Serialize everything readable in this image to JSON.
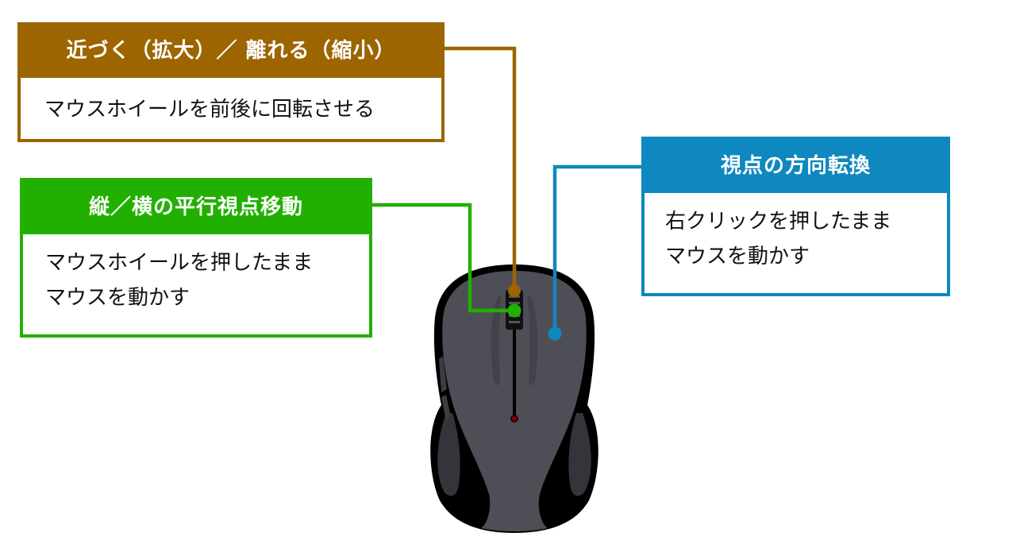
{
  "callouts": {
    "zoom": {
      "title": "近づく（拡大）／ 離れる（縮小）",
      "description": "マウスホイールを前後に回転させる",
      "color": "#9C6500"
    },
    "pan": {
      "title": "縦／横の平行視点移動",
      "description": "マウスホイールを押したまま\nマウスを動かす",
      "color": "#22B000"
    },
    "rotate": {
      "title": "視点の方向転換",
      "description": "右クリックを押したまま\nマウスを動かす",
      "color": "#0E88BE"
    }
  },
  "mouse": {
    "body_color": "#4E4E56",
    "shell_color": "#000000",
    "grip_color": "#34343A"
  }
}
